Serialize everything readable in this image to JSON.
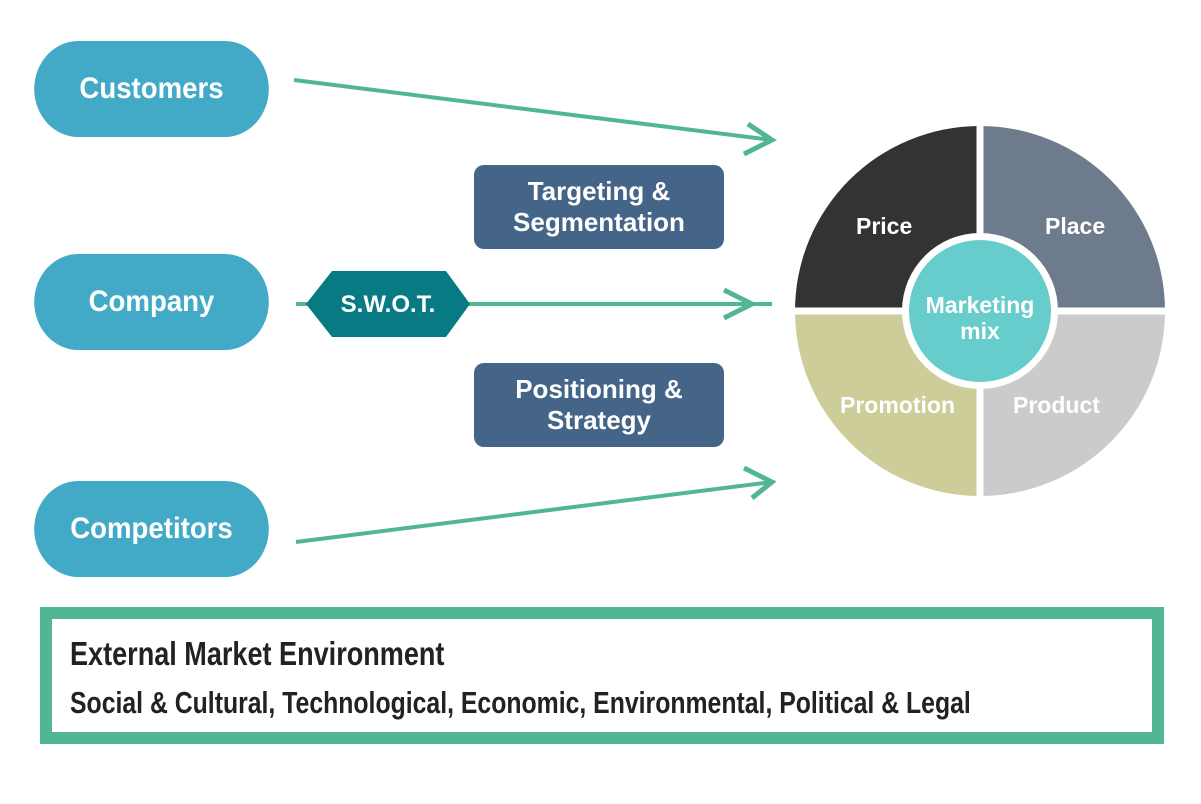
{
  "sources": [
    {
      "label": "Customers"
    },
    {
      "label": "Company"
    },
    {
      "label": "Competitors"
    }
  ],
  "swot": {
    "label": "S.W.O.T."
  },
  "process_boxes": [
    {
      "label_line1": "Targeting &",
      "label_line2": "Segmentation"
    },
    {
      "label_line1": "Positioning &",
      "label_line2": "Strategy"
    }
  ],
  "marketing_mix": {
    "center_line1": "Marketing",
    "center_line2": "mix",
    "segments": [
      {
        "label": "Price",
        "color": "#333333"
      },
      {
        "label": "Place",
        "color": "#6e7b8c"
      },
      {
        "label": "Product",
        "color": "#cbcbcb"
      },
      {
        "label": "Promotion",
        "color": "#cdcd9a"
      }
    ],
    "center_color": "#66cccc"
  },
  "environment": {
    "title": "External Market Environment",
    "factors": "Social & Cultural, Technological, Economic, Environmental, Political & Legal"
  },
  "colors": {
    "pill": "#42aac6",
    "box": "#456588",
    "swot": "#077a84",
    "arrow": "#50b792",
    "border": "#50b792"
  }
}
